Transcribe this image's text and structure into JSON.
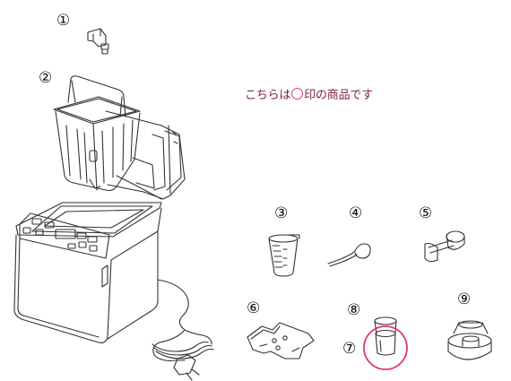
{
  "labels": {
    "p1": "①",
    "p2": "②",
    "p3": "③",
    "p4": "④",
    "p5": "⑤",
    "p6": "⑥",
    "p7": "⑦",
    "p8": "⑧",
    "p9": "⑨"
  },
  "note": {
    "before": "こちらは",
    "after": "印の商品です"
  },
  "colors": {
    "highlight": "#e0357a",
    "note_text": "#7a1a4a",
    "line": "#333333"
  }
}
